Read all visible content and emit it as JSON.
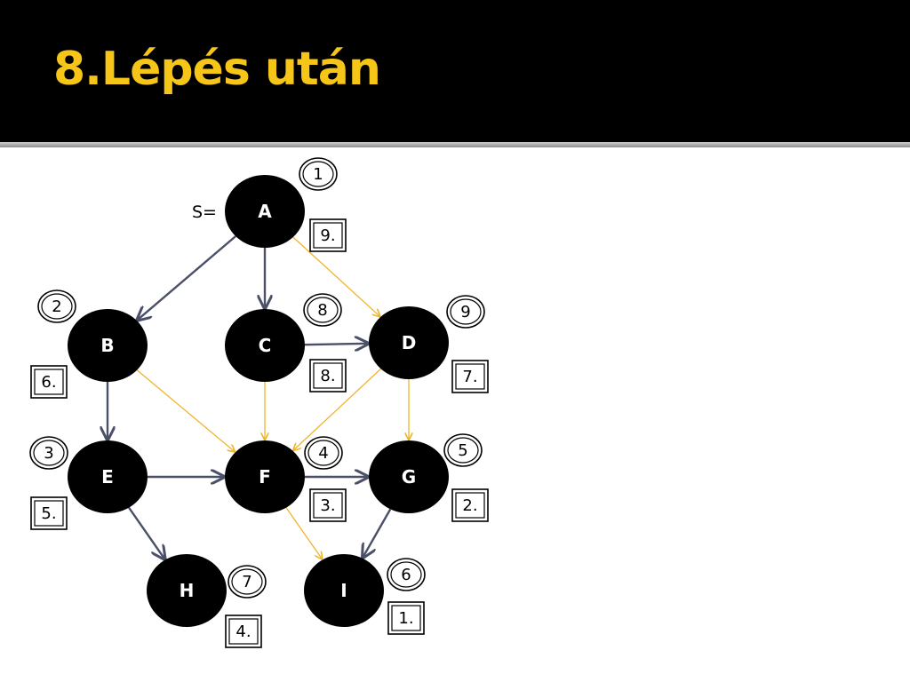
{
  "title": "8.Lépés után",
  "start_label": "S=",
  "colors": {
    "header_bg": "#000000",
    "title": "#f5c518",
    "tree_edge": "#4a5068",
    "other_edge": "#f0b429",
    "node_fill": "#000000"
  },
  "nodes": [
    {
      "id": "A",
      "label": "A",
      "order": "1",
      "finish": "9."
    },
    {
      "id": "B",
      "label": "B",
      "order": "2",
      "finish": "6."
    },
    {
      "id": "C",
      "label": "C",
      "order": "8",
      "finish": "8."
    },
    {
      "id": "D",
      "label": "D",
      "order": "9",
      "finish": "7."
    },
    {
      "id": "E",
      "label": "E",
      "order": "3",
      "finish": "5."
    },
    {
      "id": "F",
      "label": "F",
      "order": "4",
      "finish": "3."
    },
    {
      "id": "G",
      "label": "G",
      "order": "5",
      "finish": "2."
    },
    {
      "id": "H",
      "label": "H",
      "order": "7",
      "finish": "4."
    },
    {
      "id": "I",
      "label": "I",
      "order": "6",
      "finish": "1."
    }
  ],
  "edges": [
    {
      "from": "A",
      "to": "B",
      "kind": "tree"
    },
    {
      "from": "A",
      "to": "C",
      "kind": "tree"
    },
    {
      "from": "A",
      "to": "D",
      "kind": "other"
    },
    {
      "from": "B",
      "to": "E",
      "kind": "tree"
    },
    {
      "from": "B",
      "to": "F",
      "kind": "other"
    },
    {
      "from": "C",
      "to": "D",
      "kind": "tree"
    },
    {
      "from": "C",
      "to": "F",
      "kind": "other"
    },
    {
      "from": "D",
      "to": "F",
      "kind": "other"
    },
    {
      "from": "D",
      "to": "G",
      "kind": "other"
    },
    {
      "from": "E",
      "to": "F",
      "kind": "tree"
    },
    {
      "from": "E",
      "to": "H",
      "kind": "tree"
    },
    {
      "from": "F",
      "to": "G",
      "kind": "tree"
    },
    {
      "from": "F",
      "to": "I",
      "kind": "other"
    },
    {
      "from": "G",
      "to": "I",
      "kind": "tree"
    }
  ]
}
